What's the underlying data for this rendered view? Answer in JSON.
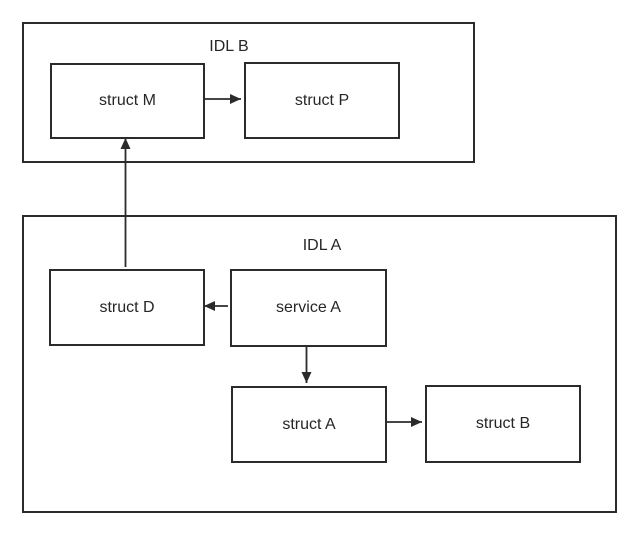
{
  "diagram": {
    "groups": [
      {
        "id": "idl-b",
        "label": "IDL B"
      },
      {
        "id": "idl-a",
        "label": "IDL A"
      }
    ],
    "nodes": [
      {
        "id": "struct-m",
        "label": "struct M",
        "group": "IDL B"
      },
      {
        "id": "struct-p",
        "label": "struct P",
        "group": "IDL B"
      },
      {
        "id": "struct-d",
        "label": "struct D",
        "group": "IDL A"
      },
      {
        "id": "service-a",
        "label": "service A",
        "group": "IDL A"
      },
      {
        "id": "struct-a",
        "label": "struct A",
        "group": "IDL A"
      },
      {
        "id": "struct-b",
        "label": "struct B",
        "group": "IDL A"
      }
    ],
    "edges": [
      {
        "from": "struct M",
        "to": "struct P",
        "direction": "right"
      },
      {
        "from": "struct D",
        "to": "struct M",
        "direction": "up"
      },
      {
        "from": "service A",
        "to": "struct D",
        "direction": "left"
      },
      {
        "from": "service A",
        "to": "struct A",
        "direction": "down"
      },
      {
        "from": "struct A",
        "to": "struct B",
        "direction": "right"
      }
    ],
    "colors": {
      "background": "#ffffff",
      "stroke": "#2b2b2b",
      "text": "#262626"
    }
  }
}
